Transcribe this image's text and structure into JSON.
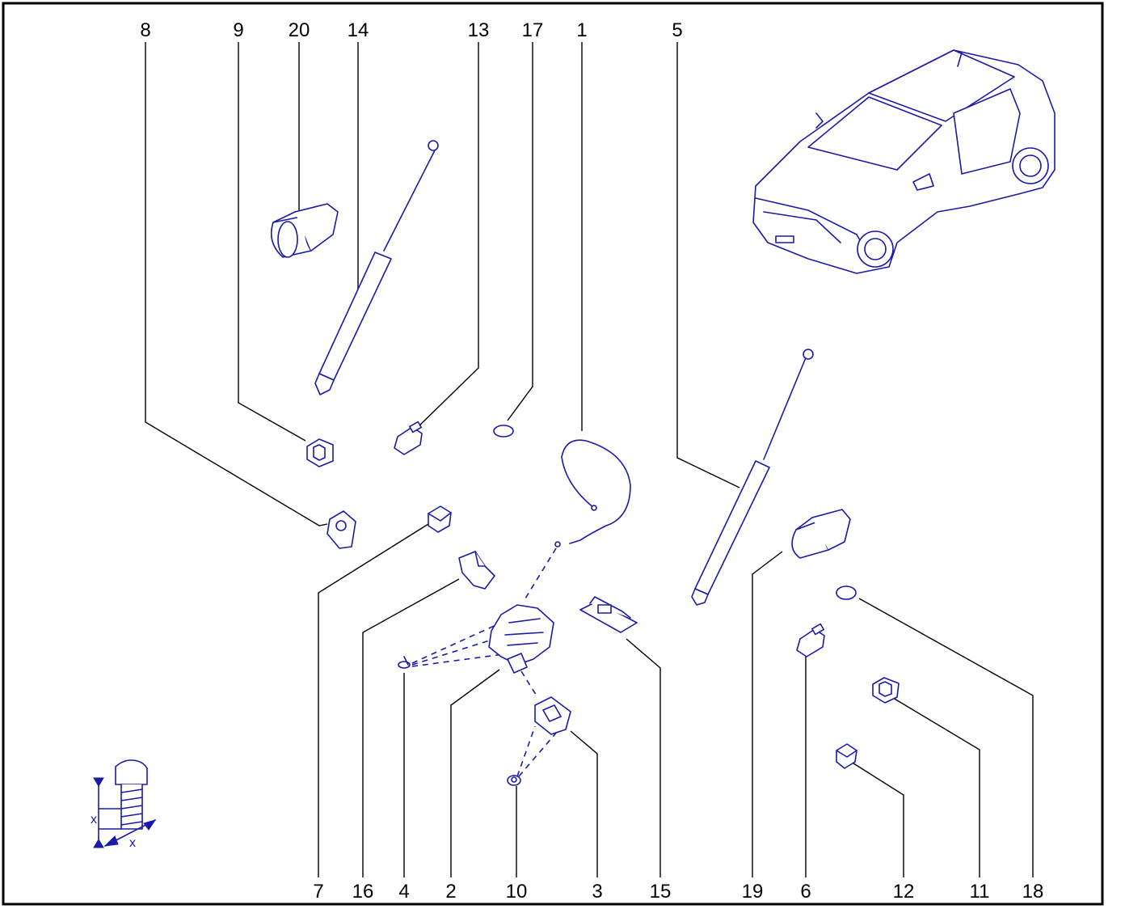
{
  "diagram": {
    "callouts": [
      "8",
      "9",
      "20",
      "14",
      "13",
      "17",
      "1",
      "5",
      "7",
      "16",
      "4",
      "2",
      "10",
      "3",
      "15",
      "19",
      "6",
      "12",
      "11",
      "18"
    ],
    "torque_symbol_labels": [
      "x",
      "x"
    ],
    "colors": {
      "part_stroke": "#1a1aa6",
      "leader": "#000000",
      "frame": "#000000"
    },
    "icons": [
      "vehicle-icon",
      "gas-strut-icon",
      "bolt-torque-icon"
    ]
  }
}
